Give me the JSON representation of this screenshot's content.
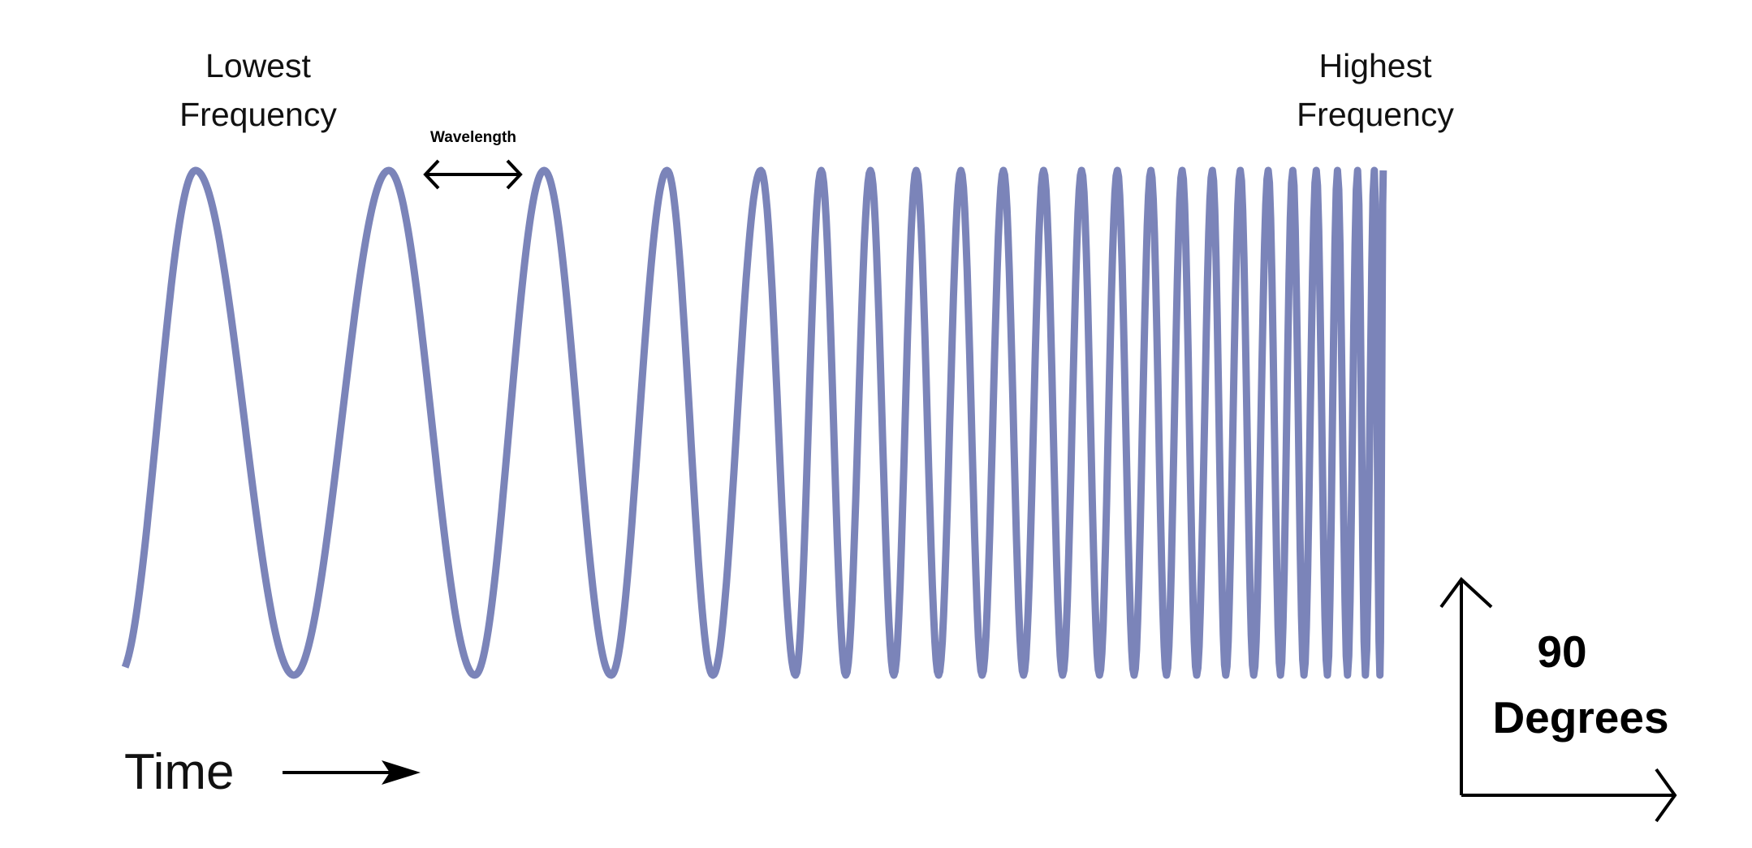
{
  "labels": {
    "lowest_line1": "Lowest",
    "lowest_line2": "Frequency",
    "highest_line1": "Highest",
    "highest_line2": "Frequency",
    "wavelength": "Wavelength",
    "time": "Time",
    "angle_value": "90",
    "angle_unit": "Degrees"
  },
  "colors": {
    "wave": "#7b84b9",
    "text": "#111111"
  },
  "icons": {
    "wavelength_arrow": "double-headed-arrow",
    "time_arrow": "right-arrow",
    "axes": "right-angle-axes-arrows"
  }
}
